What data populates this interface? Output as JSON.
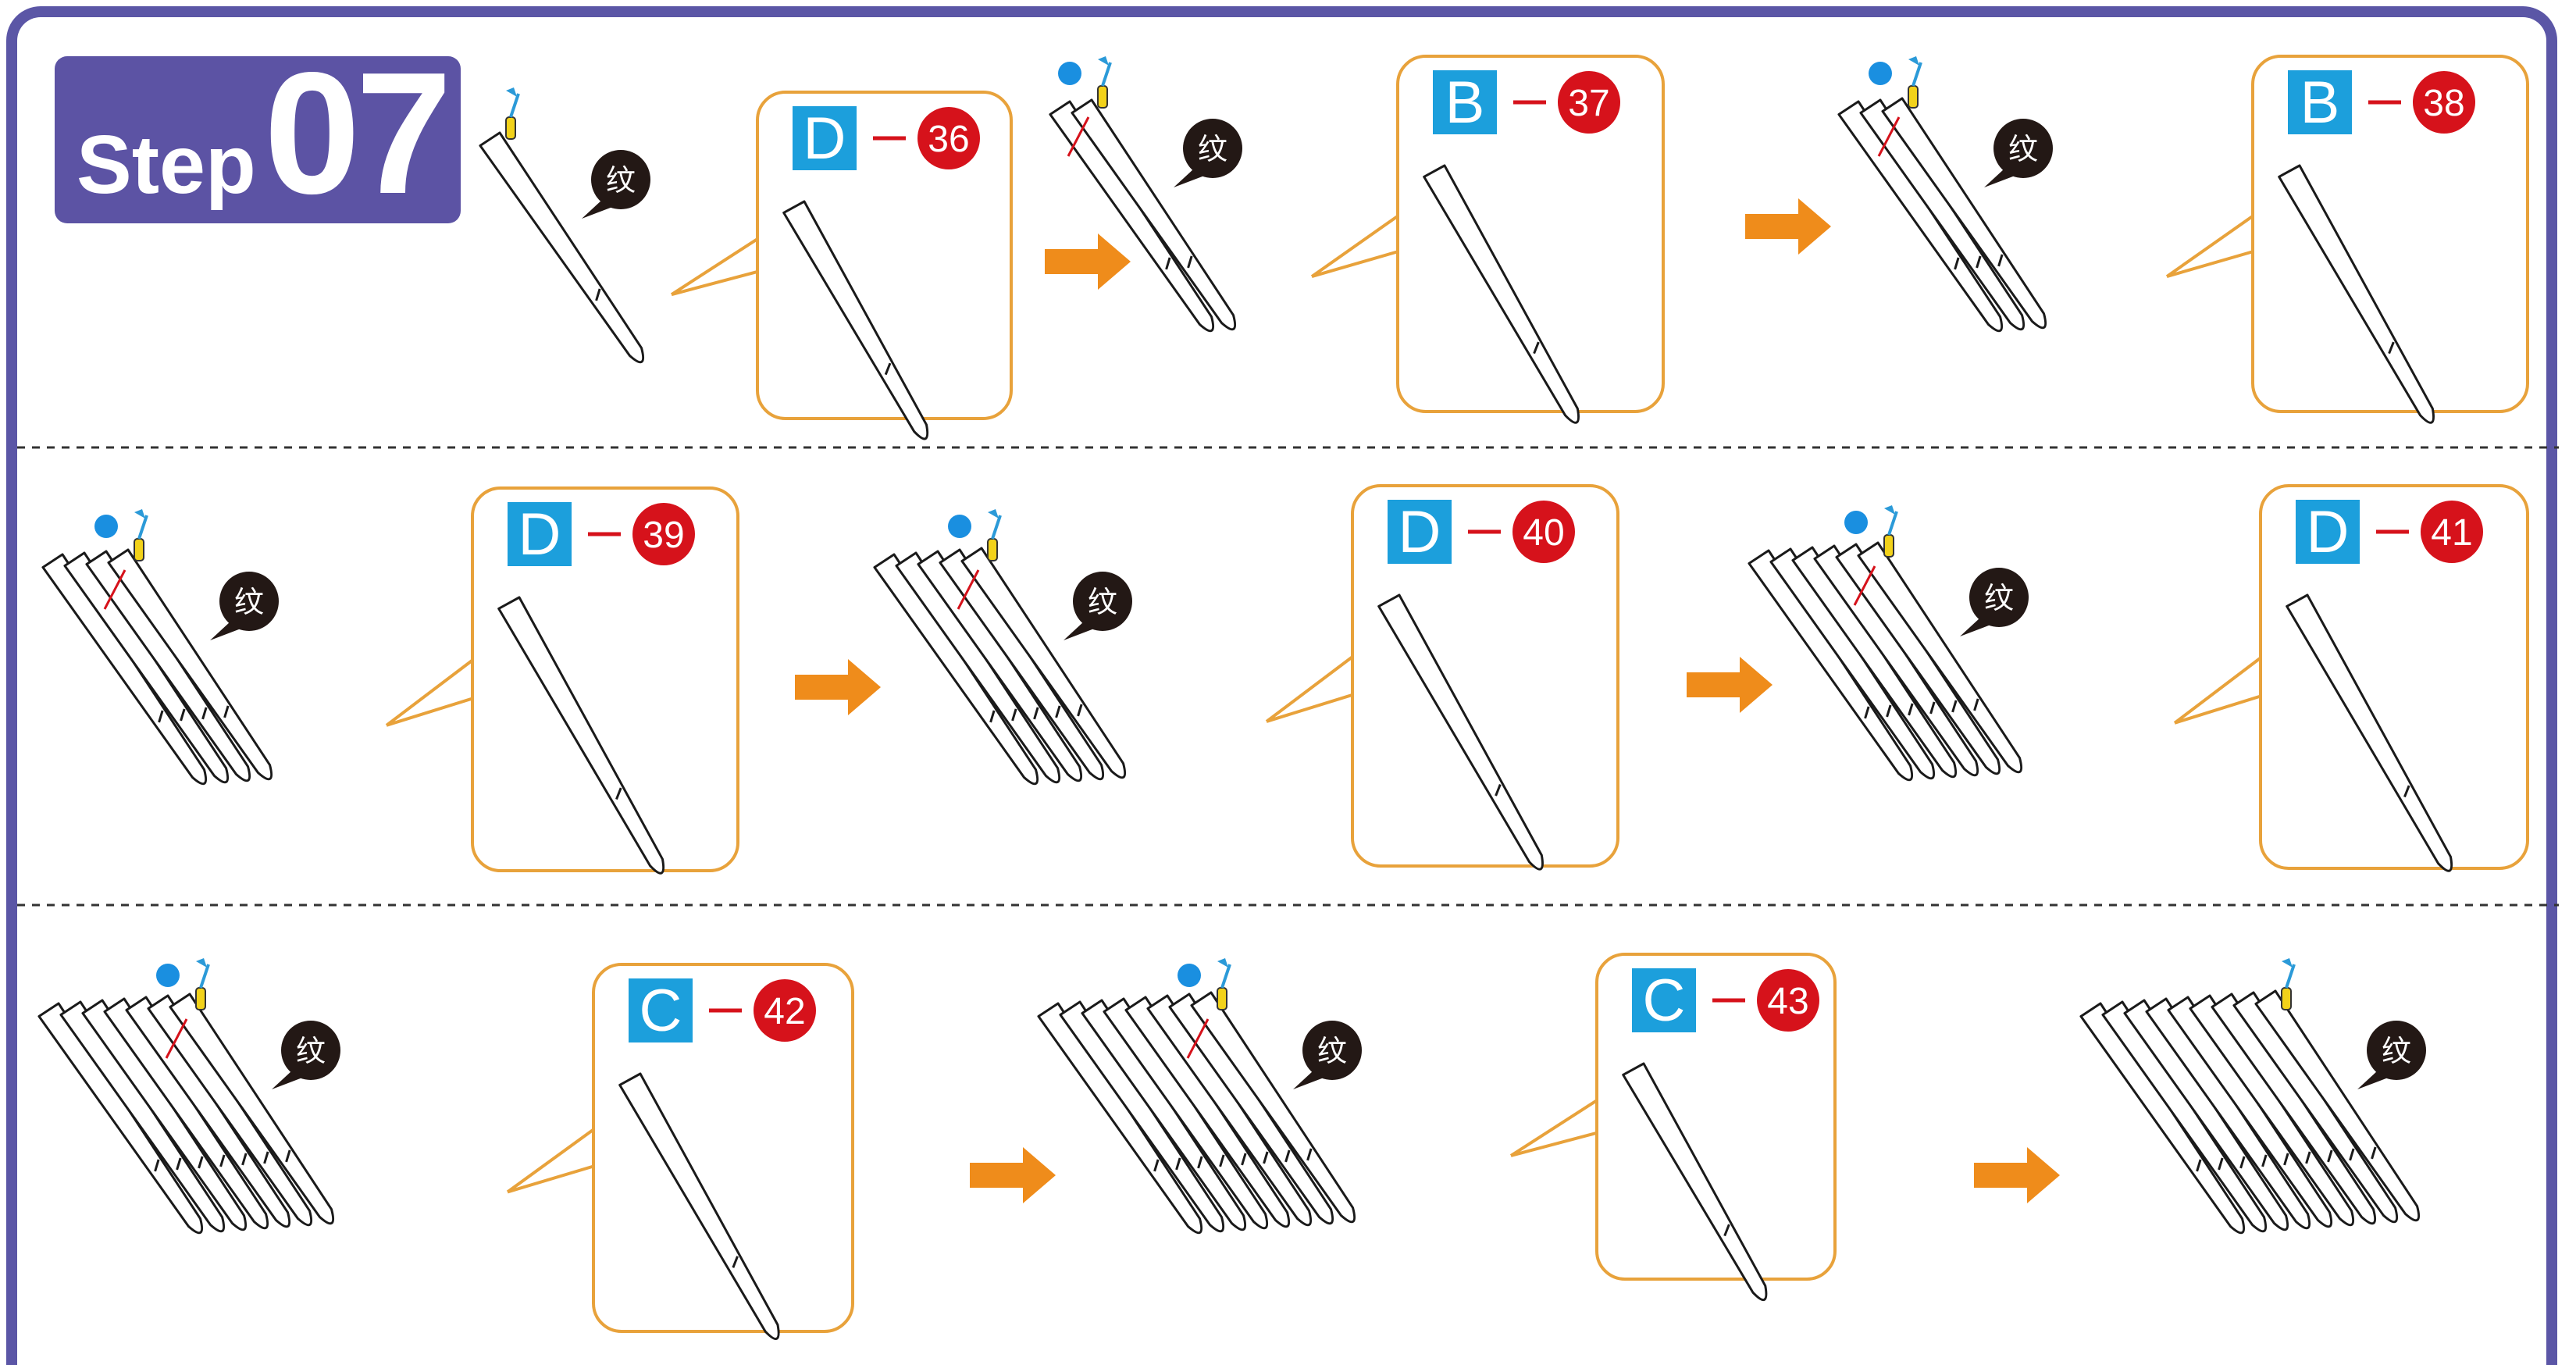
{
  "step": {
    "word": "Step",
    "number": "07"
  },
  "texture_mark": "纹",
  "colors": {
    "frame": "#5b56a6",
    "badge": "#5c53a4",
    "callout_border": "#e8a23b",
    "letter_box": "#1c9fdc",
    "number_circle": "#d6121b",
    "arrow": "#ef8c1b",
    "blue_dot": "#1a8fe0",
    "yellow_tab": "#f2d21a",
    "texture_bubble": "#231815"
  },
  "rows": [
    [
      {
        "type": "assembly",
        "feathers": 1,
        "has_dot": false
      },
      {
        "type": "callout",
        "letter": "D",
        "number": "36"
      },
      {
        "type": "arrow"
      },
      {
        "type": "assembly",
        "feathers": 2,
        "has_dot": true
      },
      {
        "type": "callout",
        "letter": "B",
        "number": "37"
      },
      {
        "type": "arrow"
      },
      {
        "type": "assembly",
        "feathers": 3,
        "has_dot": true
      },
      {
        "type": "callout",
        "letter": "B",
        "number": "38"
      }
    ],
    [
      {
        "type": "assembly",
        "feathers": 4,
        "has_dot": true
      },
      {
        "type": "callout",
        "letter": "D",
        "number": "39"
      },
      {
        "type": "arrow"
      },
      {
        "type": "assembly",
        "feathers": 5,
        "has_dot": true
      },
      {
        "type": "callout",
        "letter": "D",
        "number": "40"
      },
      {
        "type": "arrow"
      },
      {
        "type": "assembly",
        "feathers": 6,
        "has_dot": true
      },
      {
        "type": "callout",
        "letter": "D",
        "number": "41"
      }
    ],
    [
      {
        "type": "assembly",
        "feathers": 7,
        "has_dot": true
      },
      {
        "type": "callout",
        "letter": "C",
        "number": "42"
      },
      {
        "type": "arrow"
      },
      {
        "type": "assembly",
        "feathers": 8,
        "has_dot": true
      },
      {
        "type": "callout",
        "letter": "C",
        "number": "43"
      },
      {
        "type": "arrow"
      },
      {
        "type": "assembly",
        "feathers": 9,
        "has_dot": false
      }
    ]
  ]
}
